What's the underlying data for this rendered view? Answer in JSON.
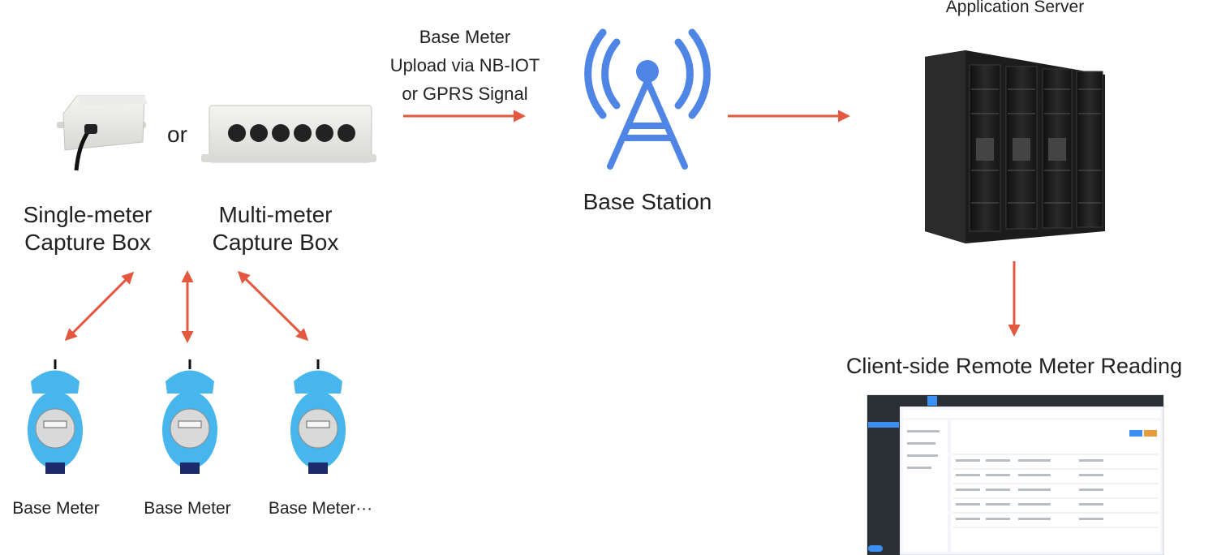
{
  "diagram": {
    "single_box": {
      "line1": "Single-meter",
      "line2": "Capture Box"
    },
    "or_text": "or",
    "multi_box": {
      "line1": "Multi-meter",
      "line2": "Capture Box"
    },
    "upload": {
      "line1": "Base Meter",
      "line2": "Upload via NB-IOT",
      "line3": "or GPRS Signal"
    },
    "base_station": "Base Station",
    "app_server": "Application Server",
    "client": "Client-side Remote Meter Reading",
    "meters": [
      "Base Meter",
      "Base Meter",
      "Base Meter···"
    ],
    "colors": {
      "arrow": "#e4583f",
      "antenna": "#4f86e6",
      "server": "#1c1c1c",
      "meter": "#47b6ec"
    }
  }
}
